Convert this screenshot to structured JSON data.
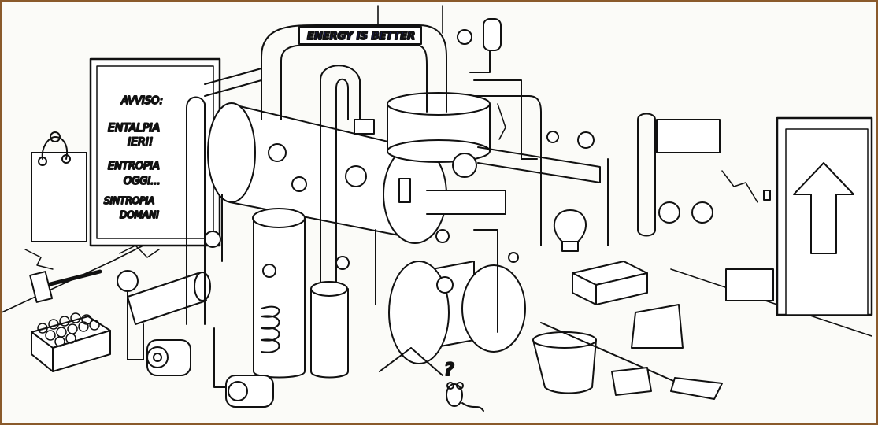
{
  "banner": {
    "text": "ENERGY IS BETTER"
  },
  "notice": {
    "lines": [
      "AVVISO:",
      "ENTALPIA",
      "IERI!",
      "ENTROPIA",
      "OGGI...",
      "SINTROPIA",
      "DOMANI"
    ]
  },
  "signs": {
    "question": "?"
  },
  "colors": {
    "frame": "#8a5a2b",
    "ink": "#111111",
    "banner_ink": "#1a1a7a",
    "paper": "#fbfbf8"
  }
}
